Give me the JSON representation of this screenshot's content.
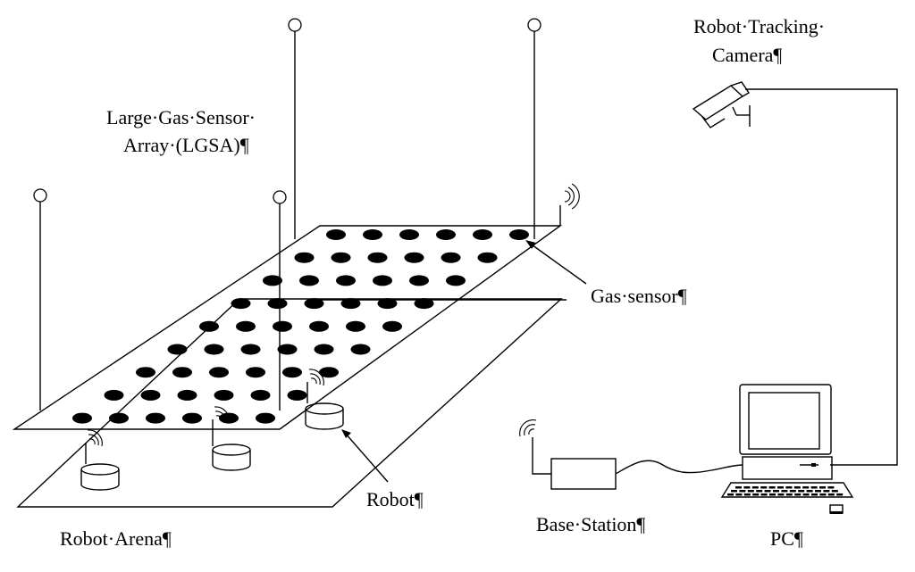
{
  "labels": {
    "camera_line1": "Robot·Tracking·",
    "camera_line2": "Camera¶",
    "lgsa_line1": "Large·Gas·Sensor·",
    "lgsa_line2": "Array·(LGSA)¶",
    "gas_sensor": "Gas·sensor¶",
    "robot": "Robot¶",
    "robot_arena": "Robot·Arena¶",
    "base_station": "Base·Station¶",
    "pc": "PC¶"
  },
  "sensor_grid": {
    "rows": 9,
    "cols": 6,
    "color": "#000000"
  },
  "robot_count": 3
}
